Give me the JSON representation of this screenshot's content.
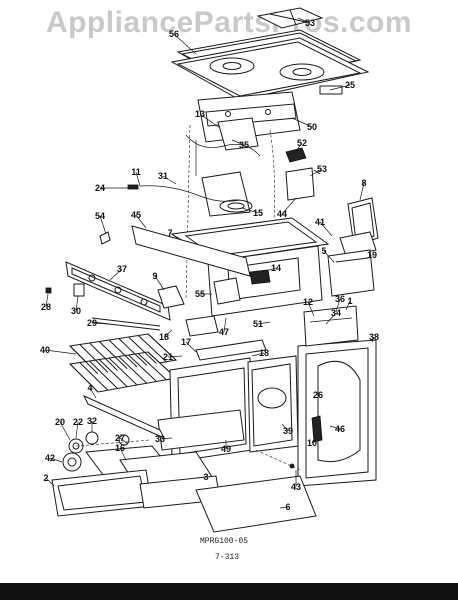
{
  "watermark": "AppliancePartsPros.com",
  "diagram_code": "MPRG100-05",
  "page_number": "7-313",
  "callouts": [
    "53",
    "56",
    "25",
    "13",
    "50",
    "35",
    "52",
    "53",
    "11",
    "31",
    "24",
    "8",
    "44",
    "15",
    "54",
    "45",
    "41",
    "7",
    "5",
    "19",
    "37",
    "9",
    "14",
    "28",
    "30",
    "55",
    "12",
    "1",
    "36",
    "34",
    "29",
    "47",
    "51",
    "18",
    "38",
    "40",
    "21",
    "17",
    "18",
    "4",
    "26",
    "22",
    "32",
    "20",
    "27",
    "33",
    "39",
    "46",
    "42",
    "49",
    "10",
    "16",
    "3",
    "2",
    "43",
    "6"
  ]
}
